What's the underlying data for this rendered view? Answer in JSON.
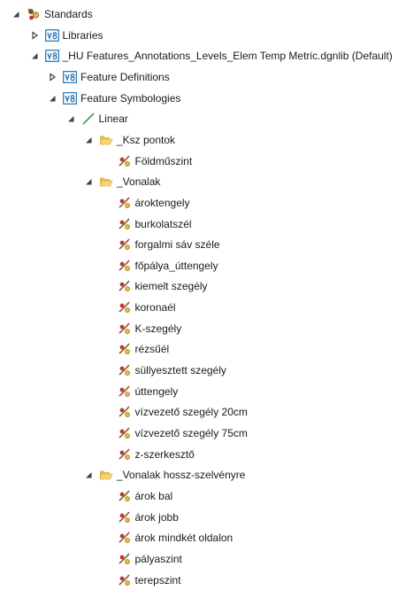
{
  "tree": [
    {
      "key": "standards",
      "label": "Standards",
      "level": 0,
      "toggle": "expanded",
      "icon": "standards-icon",
      "row": 0
    },
    {
      "key": "libraries",
      "label": "Libraries",
      "level": 1,
      "toggle": "collapsed",
      "icon": "v8-library-icon",
      "row": 1
    },
    {
      "key": "dgnlib",
      "label": "_HU Features_Annotations_Levels_Elem Temp Metric.dgnlib (Default)",
      "level": 1,
      "toggle": "expanded",
      "icon": "v8-library-icon",
      "row": 2
    },
    {
      "key": "feature-definitions",
      "label": "Feature Definitions",
      "level": 2,
      "toggle": "collapsed",
      "icon": "v8-library-icon",
      "row": 3
    },
    {
      "key": "feature-symbologies",
      "label": "Feature Symbologies",
      "level": 2,
      "toggle": "expanded",
      "icon": "v8-library-icon",
      "row": 4
    },
    {
      "key": "linear",
      "label": "Linear",
      "level": 3,
      "toggle": "expanded",
      "icon": "linear-line-icon",
      "row": 5
    },
    {
      "key": "ksz-pontok",
      "label": "_Ksz pontok",
      "level": 4,
      "toggle": "expanded",
      "icon": "folder-open-icon",
      "row": 6
    },
    {
      "key": "foldmuszint",
      "label": "Földműszint",
      "level": 5,
      "toggle": "none",
      "icon": "symbology-icon",
      "row": 7
    },
    {
      "key": "vonalak",
      "label": "_Vonalak",
      "level": 4,
      "toggle": "expanded",
      "icon": "folder-open-icon",
      "row": 8
    },
    {
      "key": "aroktengely",
      "label": "ároktengely",
      "level": 5,
      "toggle": "none",
      "icon": "symbology-icon",
      "row": 9
    },
    {
      "key": "burkolatszel",
      "label": "burkolatszél",
      "level": 5,
      "toggle": "none",
      "icon": "symbology-icon",
      "row": 10
    },
    {
      "key": "forgalmi-sav-szele",
      "label": "forgalmi sáv széle",
      "level": 5,
      "toggle": "none",
      "icon": "symbology-icon",
      "row": 11
    },
    {
      "key": "fopalya-uttengely",
      "label": "főpálya_úttengely",
      "level": 5,
      "toggle": "none",
      "icon": "symbology-icon",
      "row": 12
    },
    {
      "key": "kiemelt-szegely",
      "label": "kiemelt szegély",
      "level": 5,
      "toggle": "none",
      "icon": "symbology-icon",
      "row": 13
    },
    {
      "key": "koronael",
      "label": "koronaél",
      "level": 5,
      "toggle": "none",
      "icon": "symbology-icon",
      "row": 14
    },
    {
      "key": "k-szegely",
      "label": "K-szegély",
      "level": 5,
      "toggle": "none",
      "icon": "symbology-icon",
      "row": 15
    },
    {
      "key": "rezsuel",
      "label": "rézsűél",
      "level": 5,
      "toggle": "none",
      "icon": "symbology-icon",
      "row": 16
    },
    {
      "key": "sullyesztett-szegely",
      "label": "süllyesztett szegély",
      "level": 5,
      "toggle": "none",
      "icon": "symbology-icon",
      "row": 17
    },
    {
      "key": "uttengely",
      "label": "úttengely",
      "level": 5,
      "toggle": "none",
      "icon": "symbology-icon",
      "row": 18
    },
    {
      "key": "vizvezeto-20",
      "label": "vízvezető szegély 20cm",
      "level": 5,
      "toggle": "none",
      "icon": "symbology-icon",
      "row": 19
    },
    {
      "key": "vizvezeto-75",
      "label": "vízvezető szegély 75cm",
      "level": 5,
      "toggle": "none",
      "icon": "symbology-icon",
      "row": 20
    },
    {
      "key": "z-szerkeszto",
      "label": "z-szerkesztő",
      "level": 5,
      "toggle": "none",
      "icon": "symbology-icon",
      "row": 21
    },
    {
      "key": "vonalak-hossz",
      "label": "_Vonalak hossz-szelvényre",
      "level": 4,
      "toggle": "expanded",
      "icon": "folder-open-icon",
      "row": 22
    },
    {
      "key": "arok-bal",
      "label": "árok bal",
      "level": 5,
      "toggle": "none",
      "icon": "symbology-icon",
      "row": 23
    },
    {
      "key": "arok-jobb",
      "label": "árok jobb",
      "level": 5,
      "toggle": "none",
      "icon": "symbology-icon",
      "row": 24
    },
    {
      "key": "arok-mindket",
      "label": "árok mindkét oldalon",
      "level": 5,
      "toggle": "none",
      "icon": "symbology-icon",
      "row": 25
    },
    {
      "key": "palyaszint",
      "label": "pályaszint",
      "level": 5,
      "toggle": "none",
      "icon": "symbology-icon",
      "row": 26
    },
    {
      "key": "terepszint",
      "label": "terepszint",
      "level": 5,
      "toggle": "none",
      "icon": "symbology-icon",
      "row": 27
    }
  ],
  "colors": {
    "text": "#1a1a1a",
    "toggle": "#404040",
    "v8_blue": "#1f73b7",
    "folder": "#e8b84a",
    "folder_light": "#f6d37a",
    "linear_green": "#3aa34a",
    "symbology_red": "#c0392b",
    "symbology_brown": "#8a5a2b",
    "symbology_yellow": "#e8c32a"
  }
}
